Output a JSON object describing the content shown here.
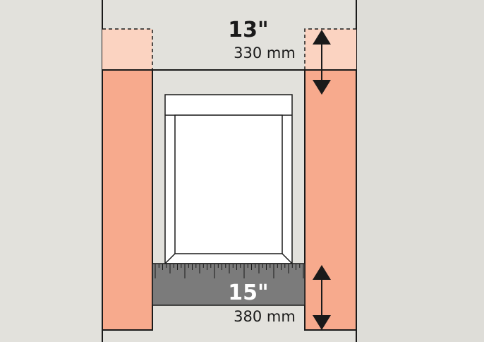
{
  "top_dimension": {
    "inches": "13\"",
    "millimeters": "330 mm"
  },
  "bottom_dimension": {
    "inches": "15\"",
    "millimeters": "380 mm"
  },
  "colors": {
    "background": "#e2e1dc",
    "wall_stud": "#f7aa8d",
    "wall_stud_extension": "#fbd3c1",
    "ruler": "#7b7b7b",
    "stroke": "#1a1a1a",
    "door_frame": "#ffffff"
  },
  "icons": [
    "double-headed-arrow-icon",
    "double-headed-arrow-icon"
  ]
}
